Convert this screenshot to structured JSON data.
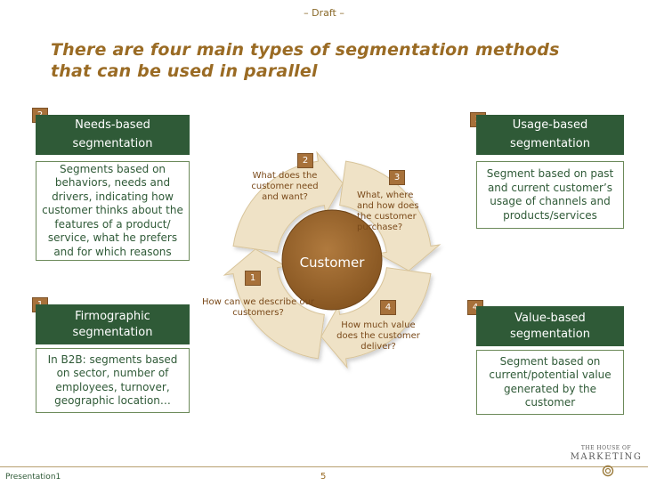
{
  "header": {
    "draft": "– Draft –"
  },
  "title": {
    "line1": "There are four main types of segmentation methods",
    "line2": "that can be used in parallel"
  },
  "boxes": [
    {
      "num": "2",
      "title_line1": "Needs-based",
      "title_line2": "segmentation",
      "body": "Segments based on behaviors, needs and drivers, indicating how customer thinks about the features of a product/ service, what he prefers and for which reasons"
    },
    {
      "num": "3",
      "title_line1": "Usage-based",
      "title_line2": "segmentation",
      "body": "Segment based on past and current customer’s usage of channels and products/services"
    },
    {
      "num": "1",
      "title_line1": "Firmographic",
      "title_line2": "segmentation",
      "body": "In B2B: segments based on sector, number of employees, turnover, geographic location…"
    },
    {
      "num": "4",
      "title_line1": "Value-based",
      "title_line2": "segmentation",
      "body": "Segment based on current/potential value generated by the customer"
    }
  ],
  "cycle": {
    "center": "Customer",
    "questions": [
      {
        "num": "2",
        "text": "What does the customer need and want?"
      },
      {
        "num": "3",
        "text": "What, where and how does the customer purchase?"
      },
      {
        "num": "1",
        "text": "How can we describe our customers?"
      },
      {
        "num": "4",
        "text": "How much value does the customer deliver?"
      }
    ]
  },
  "footer": {
    "file": "Presentation1",
    "page": "5",
    "logo_small": "THE HOUSE OF",
    "logo_big": "MARKETING"
  },
  "colors": {
    "green": "#2f5a37",
    "brown": "#a7713a",
    "arrow_fill": "#efe2c6",
    "center_fill": "#9a6530"
  }
}
